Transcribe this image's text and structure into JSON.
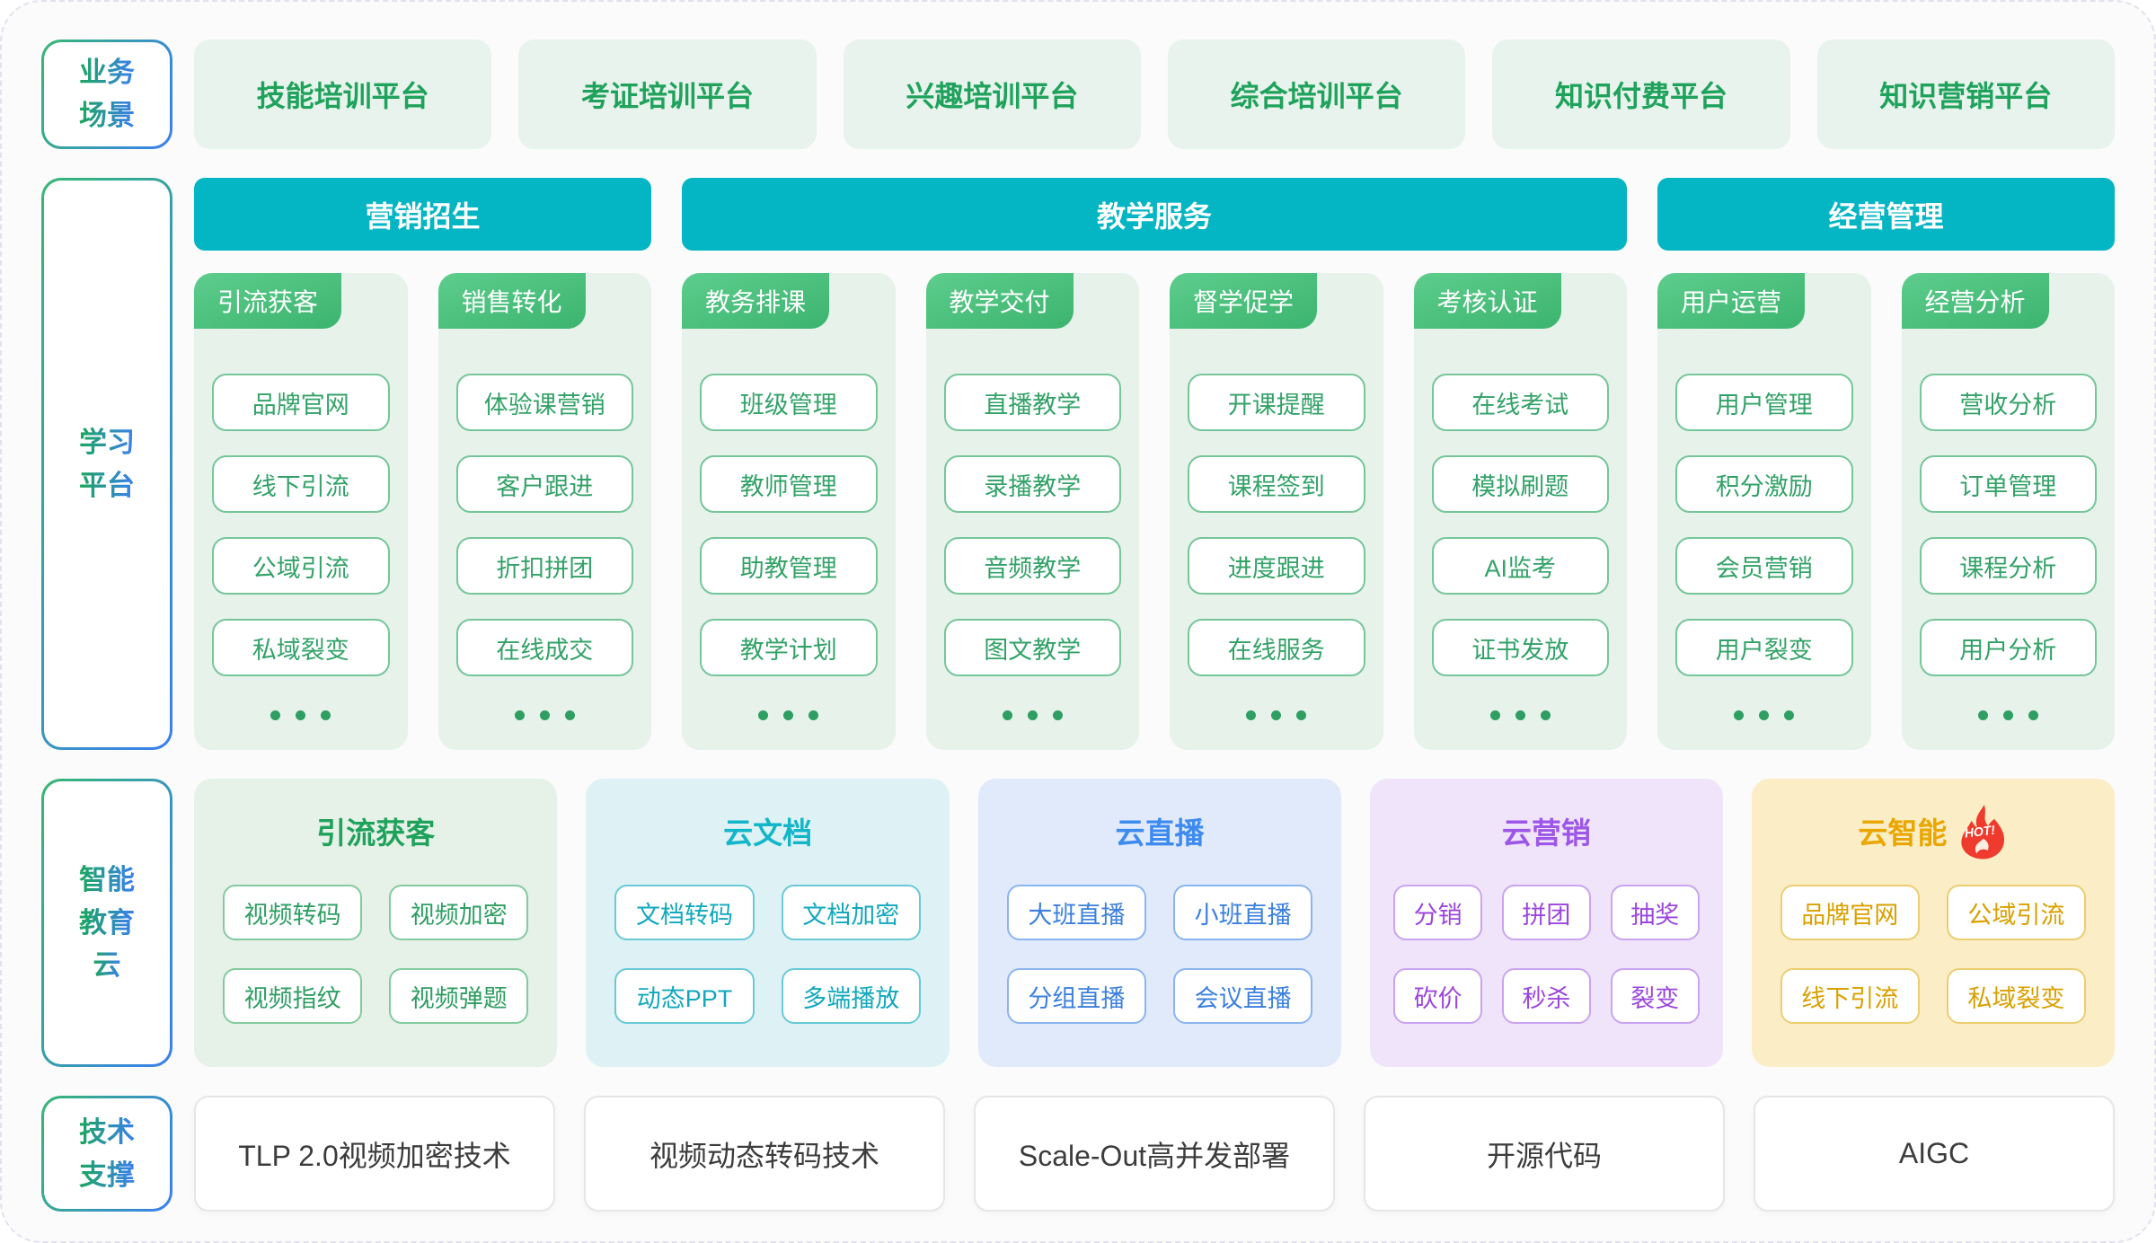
{
  "palette": {
    "accent_green": "#1fa25b",
    "accent_teal": "#04b5c3",
    "tag_gradient": [
      "#5ecd8d",
      "#3bb46e"
    ],
    "label_gradient": [
      "#1ba75c",
      "#3b7ff0"
    ],
    "cloud_cyan": "#13b5c9",
    "cloud_blue": "#3e8bf0",
    "cloud_purple": "#9d57e8",
    "cloud_gold": "#eba701",
    "hot_red": "#ee3b2d"
  },
  "business_scenarios": {
    "label": "业务场景",
    "label_lines": [
      "业务",
      "场景"
    ],
    "items": [
      "技能培训平台",
      "考证培训平台",
      "兴趣培训平台",
      "综合培训平台",
      "知识付费平台",
      "知识营销平台"
    ]
  },
  "learning_platform": {
    "label": "学习平台",
    "label_lines": [
      "学习",
      "平台"
    ],
    "groups": [
      {
        "title": "营销招生",
        "span": 2
      },
      {
        "title": "教学服务",
        "span": 4
      },
      {
        "title": "经营管理",
        "span": 2
      }
    ],
    "columns": [
      {
        "tag": "引流获客",
        "items": [
          "品牌官网",
          "线下引流",
          "公域引流",
          "私域裂变"
        ]
      },
      {
        "tag": "销售转化",
        "items": [
          "体验课营销",
          "客户跟进",
          "折扣拼团",
          "在线成交"
        ]
      },
      {
        "tag": "教务排课",
        "items": [
          "班级管理",
          "教师管理",
          "助教管理",
          "教学计划"
        ]
      },
      {
        "tag": "教学交付",
        "items": [
          "直播教学",
          "录播教学",
          "音频教学",
          "图文教学"
        ]
      },
      {
        "tag": "督学促学",
        "items": [
          "开课提醒",
          "课程签到",
          "进度跟进",
          "在线服务"
        ]
      },
      {
        "tag": "考核认证",
        "items": [
          "在线考试",
          "模拟刷题",
          "AI监考",
          "证书发放"
        ]
      },
      {
        "tag": "用户运营",
        "items": [
          "用户管理",
          "积分激励",
          "会员营销",
          "用户裂变"
        ]
      },
      {
        "tag": "经营分析",
        "items": [
          "营收分析",
          "订单管理",
          "课程分析",
          "用户分析"
        ]
      }
    ]
  },
  "education_cloud": {
    "label": "智能教育云",
    "label_lines": [
      "智能",
      "教育",
      "云"
    ],
    "cards": [
      {
        "title": "引流获客",
        "theme": "green",
        "cols": 2,
        "items": [
          "视频转码",
          "视频加密",
          "视频指纹",
          "视频弹题"
        ]
      },
      {
        "title": "云文档",
        "theme": "cyan",
        "cols": 2,
        "items": [
          "文档转码",
          "文档加密",
          "动态PPT",
          "多端播放"
        ]
      },
      {
        "title": "云直播",
        "theme": "blue",
        "cols": 2,
        "items": [
          "大班直播",
          "小班直播",
          "分组直播",
          "会议直播"
        ]
      },
      {
        "title": "云营销",
        "theme": "purple",
        "cols": 3,
        "items": [
          "分销",
          "拼团",
          "抽奖",
          "砍价",
          "秒杀",
          "裂变"
        ]
      },
      {
        "title": "云智能",
        "theme": "gold",
        "cols": 2,
        "hot": true,
        "hot_label": "HOT!",
        "items": [
          "品牌官网",
          "公域引流",
          "线下引流",
          "私域裂变"
        ]
      }
    ]
  },
  "tech_support": {
    "label": "技术支撑",
    "label_lines": [
      "技术",
      "支撑"
    ],
    "items": [
      "TLP 2.0视频加密技术",
      "视频动态转码技术",
      "Scale-Out高并发部署",
      "开源代码",
      "AIGC"
    ]
  }
}
